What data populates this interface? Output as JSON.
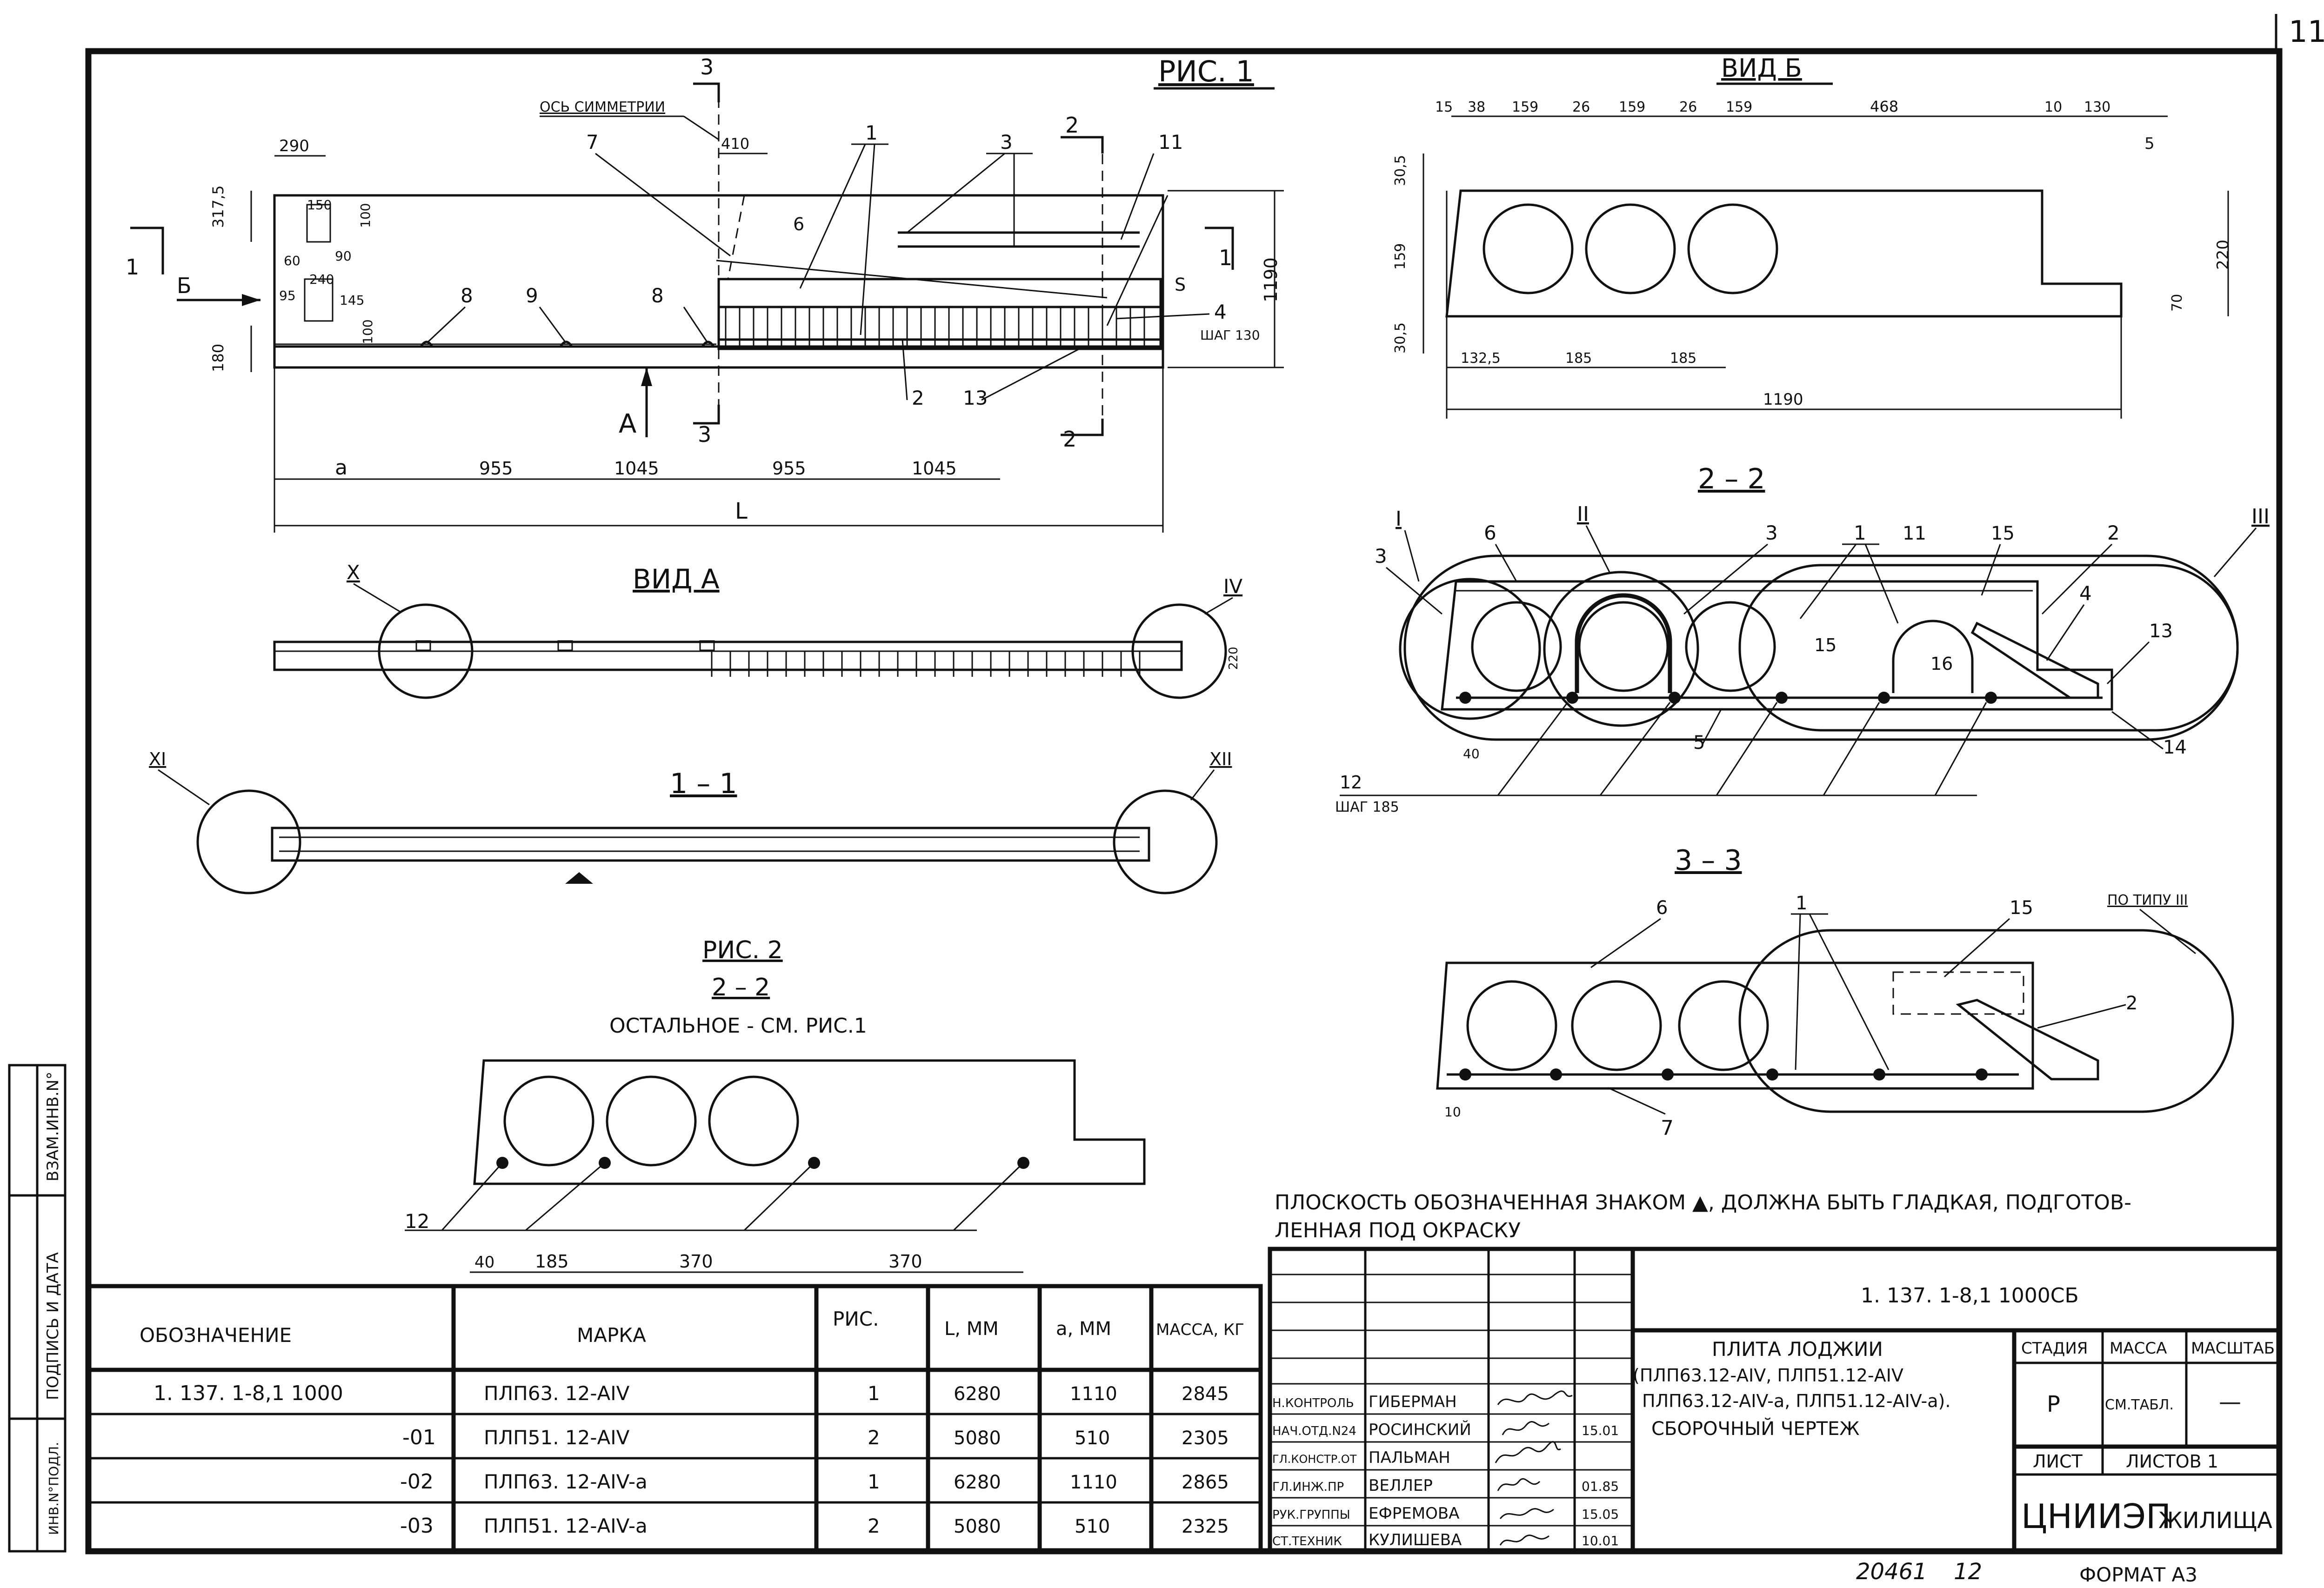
{
  "sheet_no": "11",
  "fig1": {
    "title": "РИС. 1",
    "axis_label": "ОСЬ СИММЕТРИИ",
    "section_3": "3",
    "section_2": "2",
    "section_1": "1",
    "view_b": "Б",
    "view_a": "А",
    "dims_left": [
      "290",
      "317,5",
      "150",
      "100",
      "60",
      "90",
      "240",
      "95",
      "145",
      "100",
      "180"
    ],
    "dim_410": "410",
    "dim_1190": "1190",
    "step_note": "ШАГ 130",
    "bottom_dims": [
      "а",
      "955",
      "1045",
      "955",
      "1045"
    ],
    "overall": "L",
    "callouts": [
      "7",
      "6",
      "1",
      "3",
      "11",
      "S",
      "4",
      "2",
      "13",
      "8",
      "9",
      "8"
    ]
  },
  "view_b": {
    "title": "ВИД Б",
    "top_dims": [
      "15",
      "38",
      "159",
      "26",
      "159",
      "26",
      "159",
      "468",
      "10",
      "130"
    ],
    "left_dims": [
      "30,5",
      "159",
      "30,5"
    ],
    "right_dims": [
      "5",
      "220",
      "70"
    ],
    "bottom_dims": [
      "132,5",
      "185",
      "185"
    ],
    "overall": "1190"
  },
  "view_a": {
    "title": "ВИД А",
    "roman_left": "X",
    "roman_right": "IV",
    "dim_220": "220"
  },
  "sec11": {
    "title": "1 – 1",
    "roman_left": "XI",
    "roman_right": "XII"
  },
  "sec22": {
    "title": "2 – 2",
    "roman": [
      "I",
      "II",
      "III"
    ],
    "callouts": [
      "3",
      "6",
      "3",
      "1",
      "11",
      "15",
      "2",
      "4",
      "13",
      "15",
      "16",
      "14",
      "5"
    ],
    "dim_40": "40",
    "bar_12": "12",
    "step": "ШАГ 185"
  },
  "sec33": {
    "title": "3 – 3",
    "note_type": "ПО ТИПУ III",
    "callouts": [
      "6",
      "1",
      "15",
      "2",
      "7"
    ],
    "dim_10": "10"
  },
  "fig2": {
    "title": "РИС. 2",
    "section": "2 – 2",
    "rest": "ОСТАЛЬНОЕ - СМ. РИС.1",
    "bar": "12",
    "dims": [
      "40",
      "185",
      "370",
      "370"
    ]
  },
  "note": {
    "line1": "ПЛОСКОСТЬ ОБОЗНАЧЕННАЯ ЗНАКОМ ▲, ДОЛЖНА БЫТЬ ГЛАДКАЯ, ПОДГОТОВ-",
    "line2": "ЛЕННАЯ ПОД ОКРАСКУ"
  },
  "spec_table": {
    "headers": [
      "ОБОЗНАЧЕНИЕ",
      "МАРКА",
      "РИС.",
      "L, ММ",
      "а, ММ",
      "МАССА, КГ"
    ],
    "rows": [
      [
        "1. 137. 1-8,1  1000",
        "ПЛП63. 12-АIV",
        "1",
        "6280",
        "1110",
        "2845"
      ],
      [
        "-01",
        "ПЛП51. 12-АIV",
        "2",
        "5080",
        "510",
        "2305"
      ],
      [
        "-02",
        "ПЛП63. 12-АIV-а",
        "1",
        "6280",
        "1110",
        "2865"
      ],
      [
        "-03",
        "ПЛП51. 12-АIV-а",
        "2",
        "5080",
        "510",
        "2325"
      ]
    ]
  },
  "title_block": {
    "code": "1. 137. 1-8,1   1000СБ",
    "name_1": "ПЛИТА  ЛОДЖИИ",
    "name_2": "(ПЛП63.12-АIV,   ПЛП51.12-АIV",
    "name_3": "ПЛП63.12-АIV-а, ПЛП51.12-АIV-а).",
    "name_4": "СБОРОЧНЫЙ  ЧЕРТЕЖ",
    "stage_h": "СТАДИЯ",
    "mass_h": "МАССА",
    "scale_h": "МАСШТАБ",
    "stage": "Р",
    "mass": "СМ.ТАБЛ.",
    "scale": "—",
    "sheet_h": "ЛИСТ",
    "sheets_h": "ЛИСТОВ 1",
    "org": "ЦНИИЭП",
    "org2": "ЖИЛИЩА",
    "staff": [
      {
        "role": "Н.КОНТРОЛЬ",
        "name": "ГИБЕРМАН",
        "date": ""
      },
      {
        "role": "НАЧ.ОТД.N24",
        "name": "РОСИНСКИЙ",
        "date": "15.01"
      },
      {
        "role": "ГЛ.КОНСТР.ОТ",
        "name": "ПАЛЬМАН",
        "date": ""
      },
      {
        "role": "ГЛ.ИНЖ.ПР",
        "name": "ВЕЛЛЕР",
        "date": "01.85"
      },
      {
        "role": "РУК.ГРУППЫ",
        "name": "ЕФРЕМОВА",
        "date": "15.05"
      },
      {
        "role": "СТ.ТЕХНИК",
        "name": "КУЛИШЕВА",
        "date": "10.01"
      }
    ]
  },
  "side_stamp": {
    "a": "ВЗАМ.ИНВ.N°",
    "b": "ПОДПИСЬ И ДАТА",
    "c": "ИНВ.N°ПОДЛ."
  },
  "footer": {
    "num": "20461",
    "sheet": "12",
    "format": "ФОРМАТ А3"
  }
}
